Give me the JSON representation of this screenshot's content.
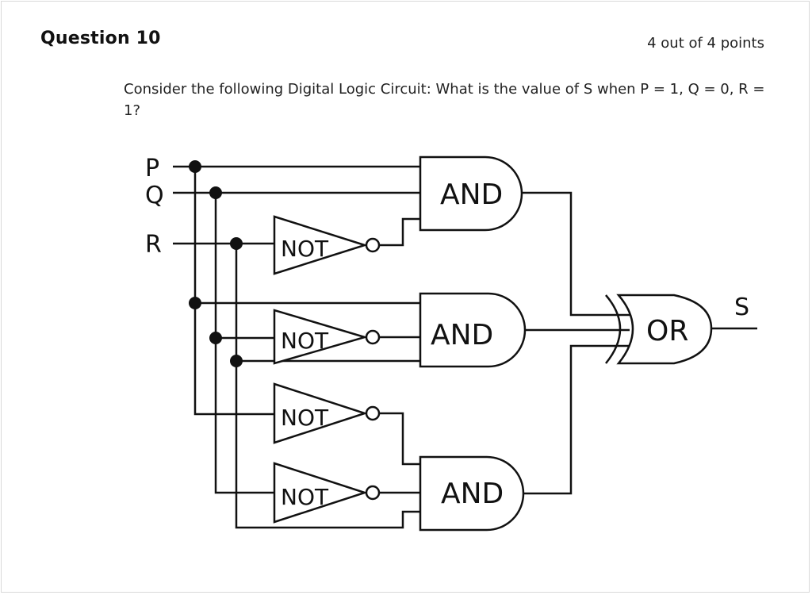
{
  "question": {
    "title": "Question 10",
    "points": "4 out of 4 points",
    "text": "Consider the following Digital Logic Circuit: What is the value of S when P = 1, Q = 0, R = 1?"
  },
  "circuit": {
    "inputs": {
      "p": "P",
      "q": "Q",
      "r": "R"
    },
    "output": "S",
    "gates": {
      "and": "AND",
      "or": "OR",
      "not": "NOT"
    }
  }
}
